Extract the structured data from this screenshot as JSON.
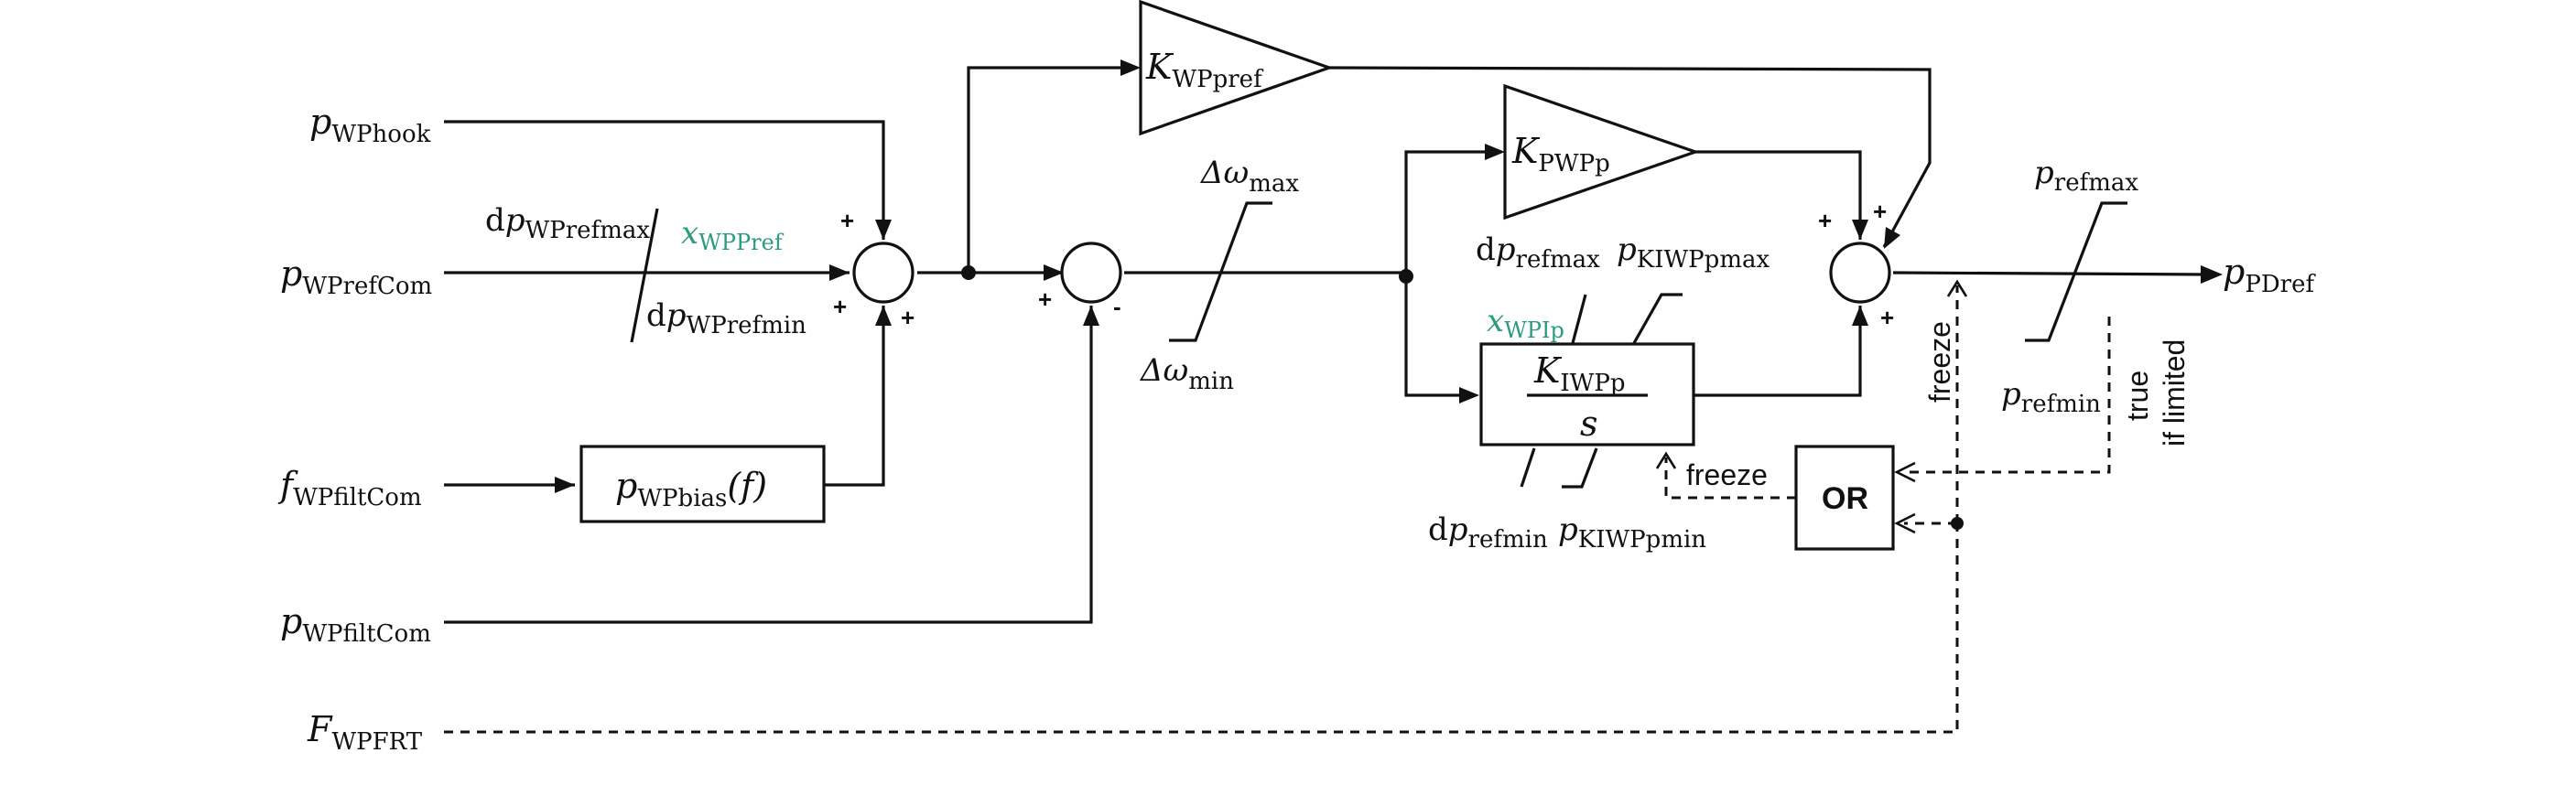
{
  "inputs": {
    "p_hook": {
      "base": "p",
      "sub": "WPhook"
    },
    "p_refcom": {
      "base": "p",
      "sub": "WPrefCom"
    },
    "f_filtcom": {
      "base": "f",
      "sub": "WPfiltCom"
    },
    "p_filtcom": {
      "base": "p",
      "sub": "WPfiltCom"
    },
    "frt": {
      "base": "F",
      "sub": "WPFRT"
    }
  },
  "output": {
    "base": "p",
    "sub": "PDref"
  },
  "rate_limiter_1": {
    "max_pre": "d",
    "max_base": "p",
    "max_sub": "WPrefmax",
    "min_pre": "d",
    "min_base": "p",
    "min_sub": "WPrefmin",
    "state_base": "x",
    "state_sub": "WPPref"
  },
  "bias_block": {
    "base": "p",
    "sub": "WPbias",
    "arg": "(f)"
  },
  "gain_pref": {
    "base": "K",
    "sub": "WPpref"
  },
  "gain_p": {
    "base": "K",
    "sub": "PWPp"
  },
  "integrator": {
    "num_base": "K",
    "num_sub": "IWPp",
    "den": "s",
    "state_base": "x",
    "state_sub": "WPIp"
  },
  "limiter_dw": {
    "max": "Δω",
    "max_sub": "max",
    "min": "Δω",
    "min_sub": "min"
  },
  "int_limits": {
    "rate_max_pre": "d",
    "rate_max_base": "p",
    "rate_max_sub": "refmax",
    "abs_max_base": "p",
    "abs_max_sub": "KIWPpmax",
    "rate_min_pre": "d",
    "rate_min_base": "p",
    "rate_min_sub": "refmin",
    "abs_min_base": "p",
    "abs_min_sub": "KIWPpmin"
  },
  "out_limiter": {
    "max_base": "p",
    "max_sub": "refmax",
    "min_base": "p",
    "min_sub": "refmin"
  },
  "signs": {
    "sum1_top": "+",
    "sum1_left": "+",
    "sum1_bottom": "+",
    "sum2_left": "+",
    "sum2_bottom": "-",
    "sum3_left": "+",
    "sum3_topright": "+",
    "sum3_bottom": "+"
  },
  "logic": {
    "or_label": "OR",
    "freeze_int": "freeze",
    "freeze_out": "freeze",
    "true_label": "true",
    "if_limited": "if limited"
  },
  "colors": {
    "line": "#111111",
    "state_var": "#2a9d7f"
  }
}
